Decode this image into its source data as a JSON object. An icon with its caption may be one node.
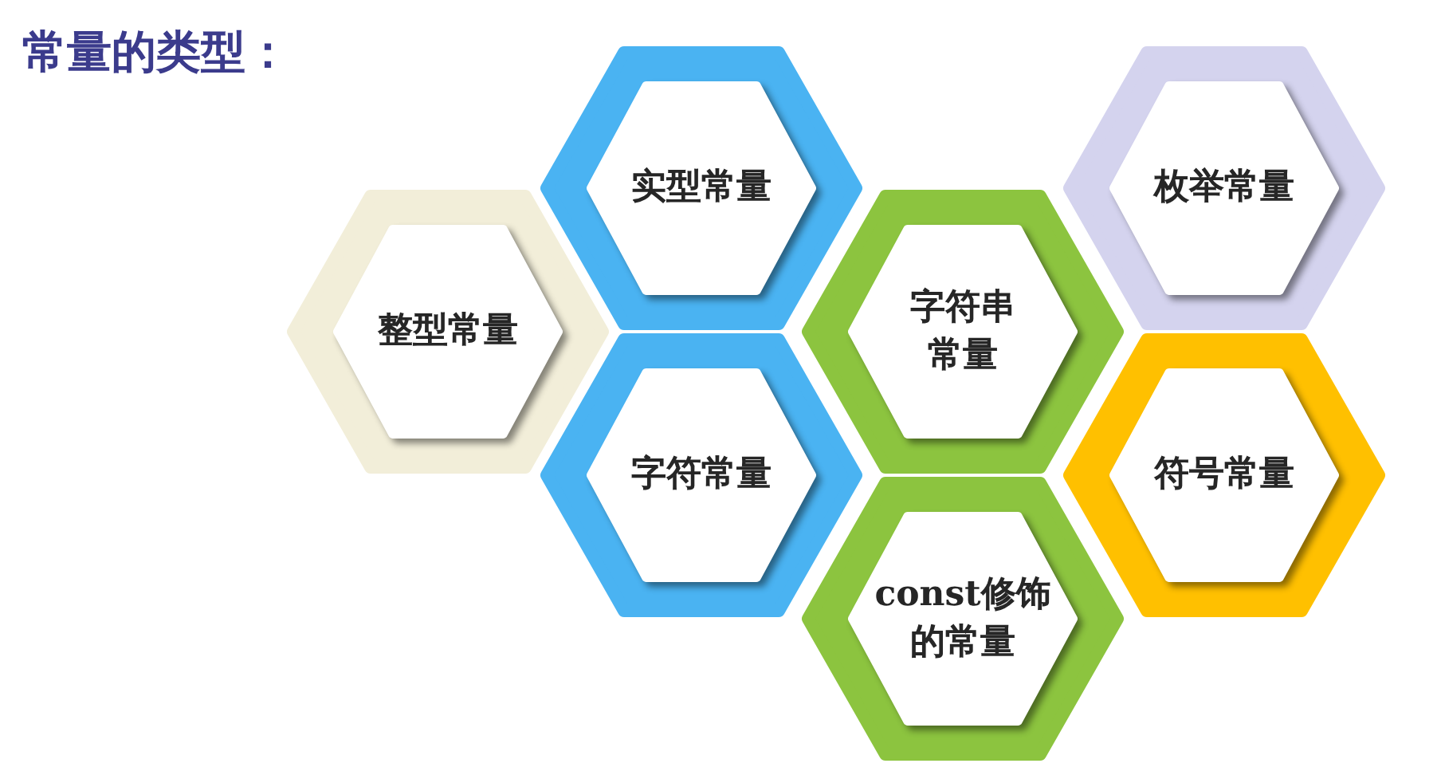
{
  "diagram": {
    "title": "常量的类型：",
    "nodes": [
      {
        "text": [
          "整型常量"
        ]
      },
      {
        "text": [
          "实型常量"
        ]
      },
      {
        "text": [
          "字符常量"
        ]
      },
      {
        "text": [
          "字符串常量"
        ]
      },
      {
        "text": [
          "const修饰的常量"
        ]
      },
      {
        "text": [
          "枚举常量"
        ]
      },
      {
        "text": [
          "符号常量"
        ]
      }
    ]
  }
}
